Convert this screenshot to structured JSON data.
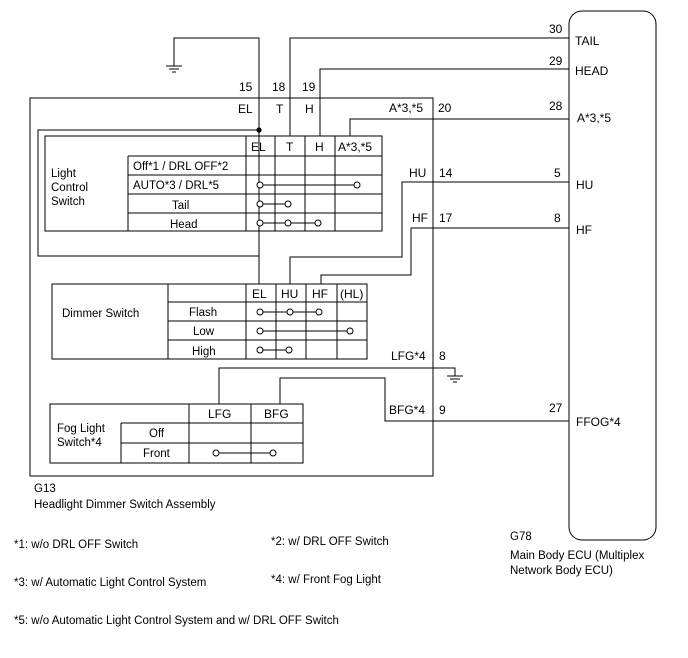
{
  "assembly": {
    "code": "G13",
    "name": "Headlight Dimmer Switch Assembly"
  },
  "ecu": {
    "code": "G78",
    "name_line1": "Main Body ECU (Multiplex",
    "name_line2": "Network Body ECU)"
  },
  "pins": {
    "el": "15",
    "t": "18",
    "h": "19",
    "a": "20",
    "hu": "14",
    "hf": "17",
    "lfg": "8",
    "bfg": "9"
  },
  "pin_labels": {
    "el": "EL",
    "t": "T",
    "h": "H",
    "a": "A*3,*5",
    "hu": "HU",
    "hf": "HF",
    "lfg": "LFG*4",
    "bfg": "BFG*4"
  },
  "ecu_pins": {
    "tail": {
      "num": "30",
      "label": "TAIL"
    },
    "head": {
      "num": "29",
      "label": "HEAD"
    },
    "a": {
      "num": "28",
      "label": "A*3,*5"
    },
    "hu": {
      "num": "5",
      "label": "HU"
    },
    "hf": {
      "num": "8",
      "label": "HF"
    },
    "ffog": {
      "num": "27",
      "label": "FFOG*4"
    }
  },
  "light_control": {
    "title_lines": [
      "Light",
      "Control",
      "Switch"
    ],
    "columns": [
      "EL",
      "T",
      "H",
      "A*3,*5"
    ],
    "rows": [
      "Off*1 / DRL OFF*2",
      "AUTO*3 / DRL*5",
      "Tail",
      "Head"
    ]
  },
  "dimmer": {
    "title": "Dimmer Switch",
    "columns": [
      "EL",
      "HU",
      "HF",
      "(HL)"
    ],
    "rows": [
      "Flash",
      "Low",
      "High"
    ]
  },
  "fog": {
    "title_lines": [
      "Fog Light",
      "Switch*4"
    ],
    "columns": [
      "LFG",
      "BFG"
    ],
    "rows": [
      "Off",
      "Front"
    ]
  },
  "notes": {
    "n1": "*1: w/o DRL OFF Switch",
    "n2": "*2: w/ DRL OFF Switch",
    "n3": "*3: w/ Automatic Light Control System",
    "n4": "*4: w/ Front Fog Light",
    "n5": "*5: w/o Automatic Light Control System and w/ DRL OFF Switch"
  }
}
